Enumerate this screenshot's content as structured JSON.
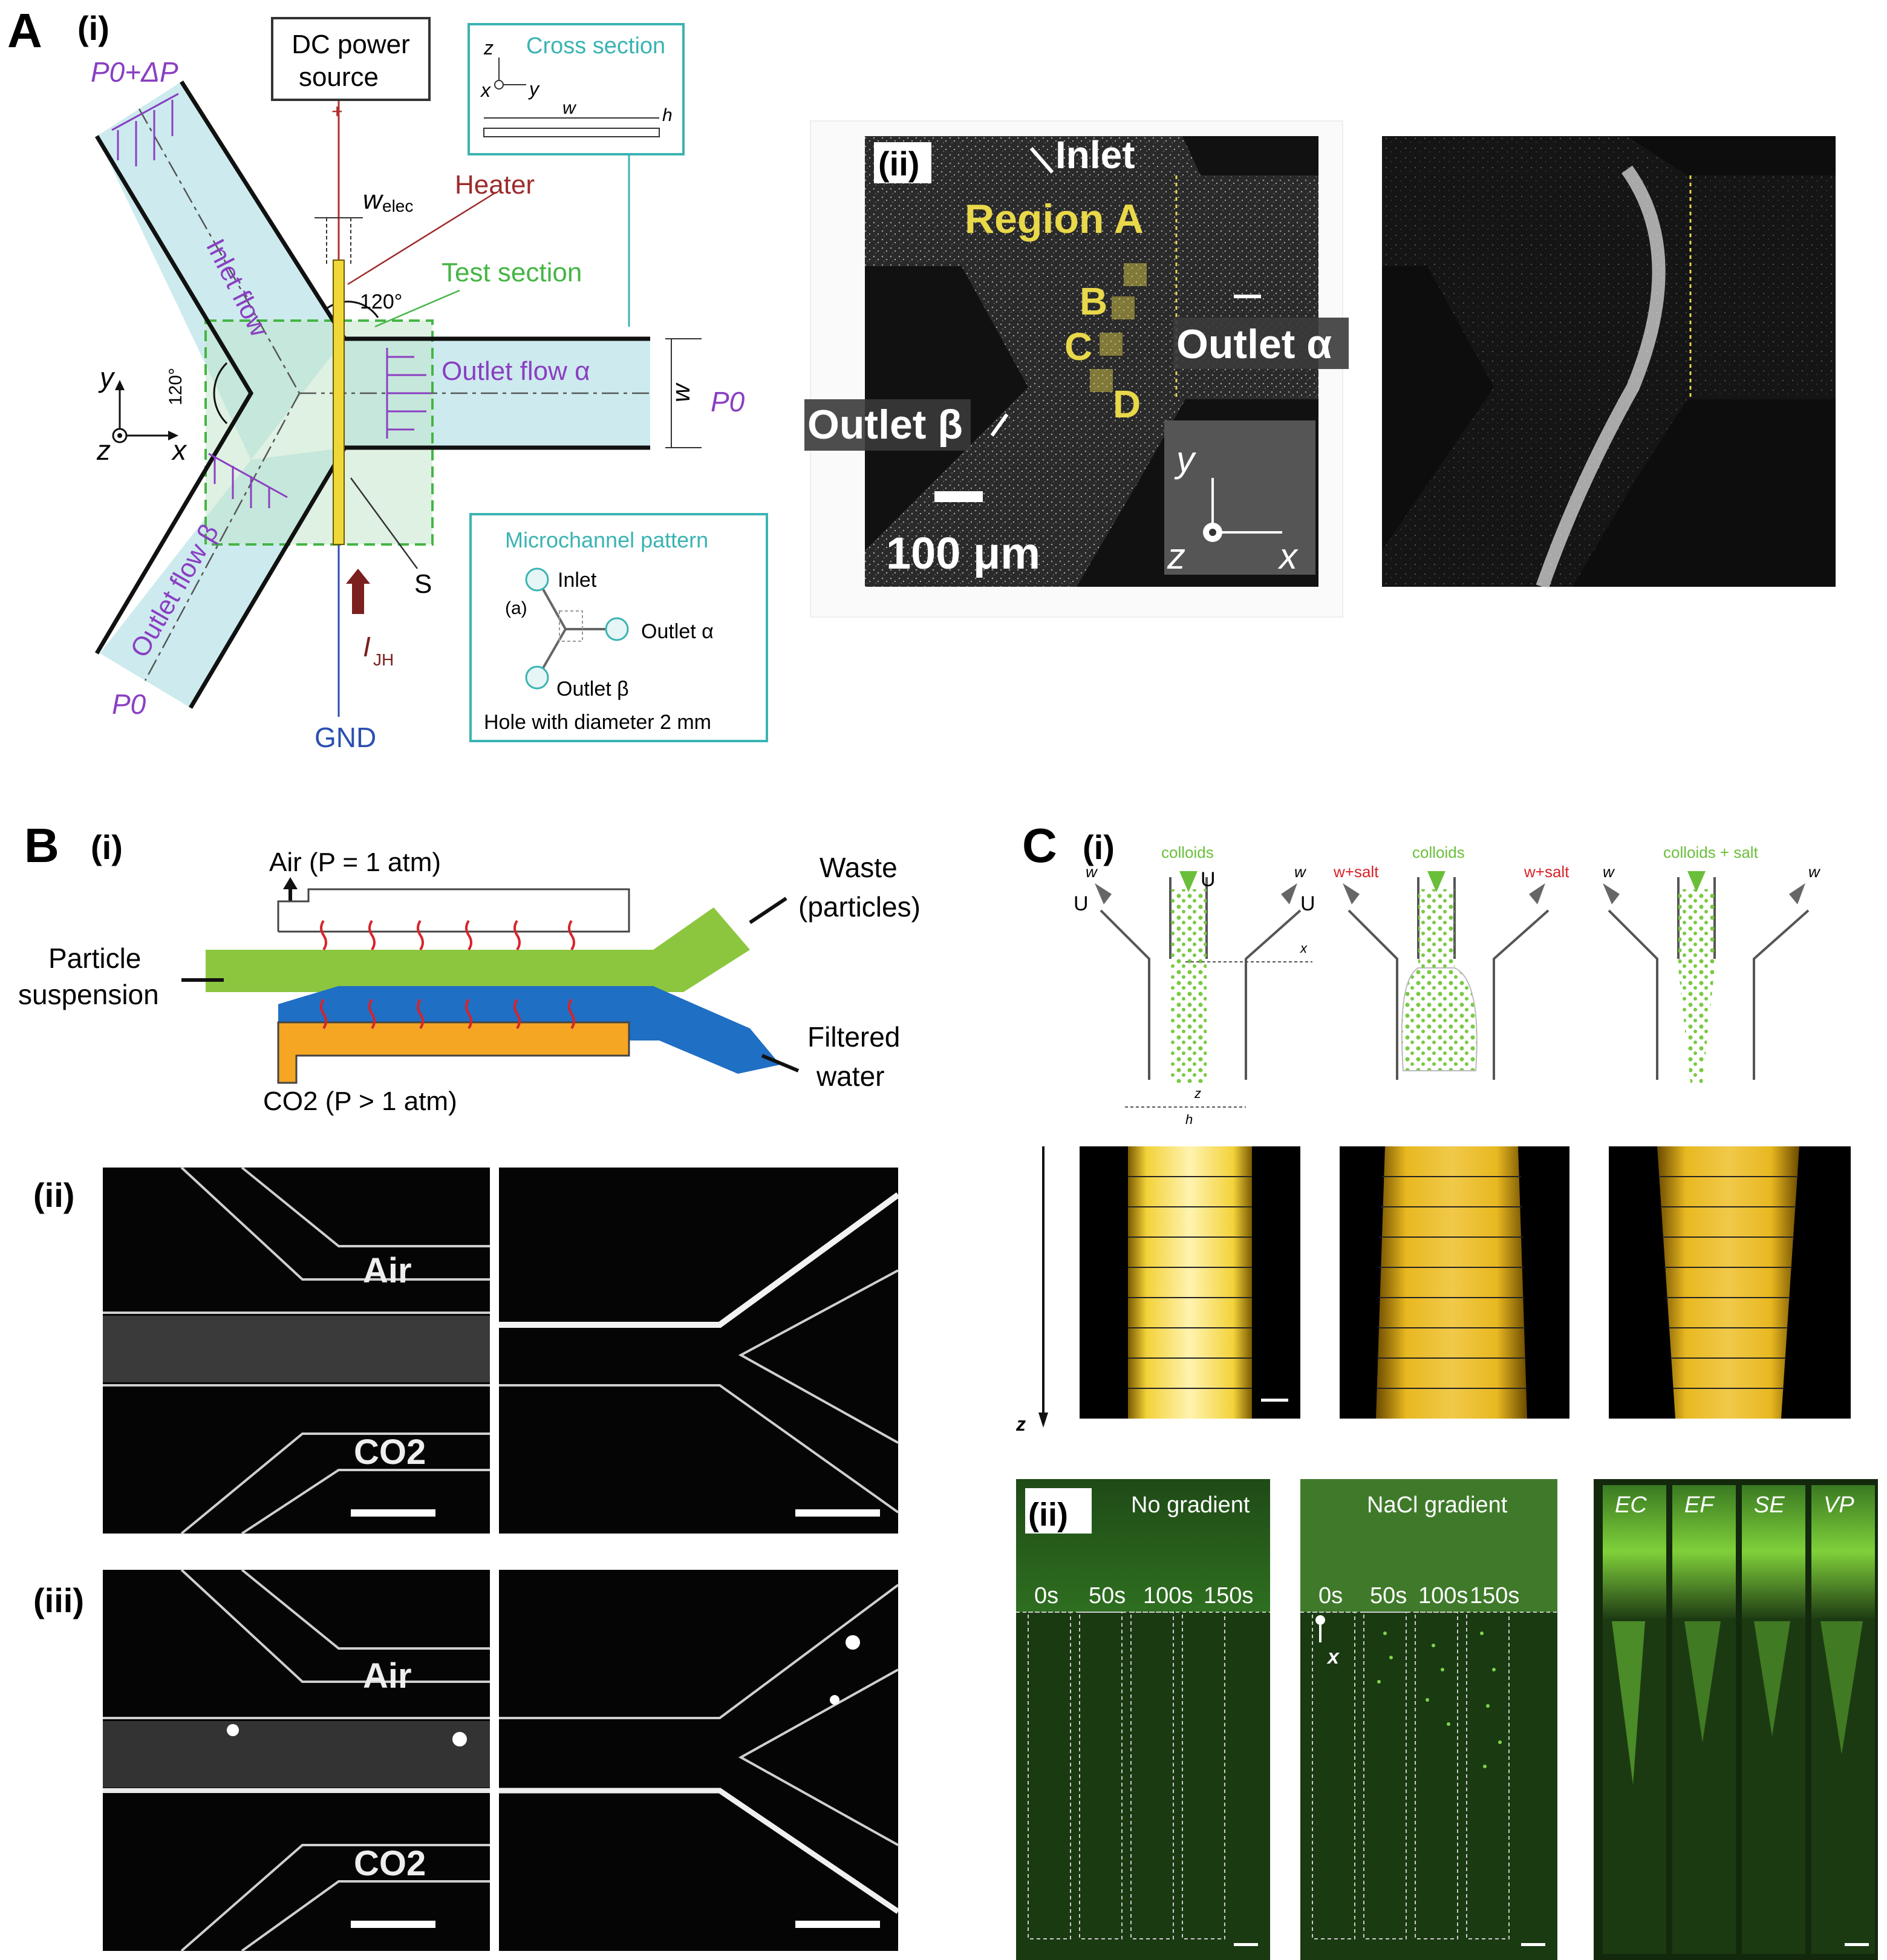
{
  "panel_A": {
    "letter": "A",
    "sub_i": "(i)",
    "sub_ii": "(ii)",
    "schematic": {
      "dc_power": [
        "DC power",
        "source"
      ],
      "plus": "+",
      "p0_dp": "P0+ΔP",
      "inlet_flow": "Inlet flow",
      "w_elec": "w",
      "w_elec_sub": "elec",
      "heater": "Heater",
      "test_section": "Test section",
      "angle_top": "120°",
      "angle_left": "120°",
      "outlet_alpha_flow": "Outlet flow α",
      "w_label": "w",
      "p0_right": "P0",
      "outlet_beta_flow": "Outlet flow β",
      "p0_bottom": "P0",
      "s_label": "S",
      "i_jh": "I",
      "i_jh_sub": "JH",
      "gnd": "GND",
      "axis_y": "y",
      "axis_x": "x",
      "axis_z": "z",
      "cross_section": {
        "title": "Cross section",
        "z": "z",
        "x": "x",
        "y": "y",
        "w": "w",
        "h": "h"
      },
      "microchannel": {
        "title": "Microchannel pattern",
        "inlet": "Inlet",
        "a": "(a)",
        "outlet_alpha": "Outlet α",
        "outlet_beta": "Outlet β",
        "hole": "Hole with diameter 2 mm"
      }
    },
    "micrograph": {
      "inlet": "Inlet",
      "region_a": "Region A",
      "b": "B",
      "c": "C",
      "d": "D",
      "outlet_alpha": "Outlet α",
      "outlet_beta": "Outlet β",
      "scale": "100 μm",
      "axis_y": "y",
      "axis_z": "z",
      "axis_x": "x"
    }
  },
  "panel_B": {
    "letter": "B",
    "sub_i": "(i)",
    "sub_ii": "(ii)",
    "sub_iii": "(iii)",
    "air_label": "Air (P = 1 atm)",
    "waste": [
      "Waste",
      "(particles)"
    ],
    "particle": [
      "Particle",
      "suspension"
    ],
    "filtered": [
      "Filtered",
      "water"
    ],
    "co2_label": "CO2 (P > 1 atm)",
    "air": "Air",
    "co2": "CO2"
  },
  "panel_C": {
    "letter": "C",
    "sub_i": "(i)",
    "sub_ii": "(ii)",
    "schemes": [
      {
        "center": "colloids",
        "left": "w",
        "right": "w",
        "u": "U"
      },
      {
        "center": "colloids",
        "left": "w+salt",
        "right": "w+salt"
      },
      {
        "center": "colloids + salt",
        "left": "w",
        "right": "w"
      }
    ],
    "axis_x": "x",
    "axis_z": "z",
    "axis_h": "h",
    "axis_z_big": "z",
    "no_gradient": "No gradient",
    "nacl_gradient": "NaCl gradient",
    "times": [
      "0s",
      "50s",
      "100s",
      "150s"
    ],
    "x_label": "x",
    "strains": [
      "EC",
      "EF",
      "SE",
      "VP"
    ]
  },
  "colors": {
    "purple": "#8a3fc2",
    "teal": "#3bb3b3",
    "green": "#3dbb3d",
    "yellow": "#e8d84a",
    "blue_gnd": "#2b4fb0",
    "heater_red": "#9b2c2c",
    "channel_fill": "#cdebee"
  }
}
